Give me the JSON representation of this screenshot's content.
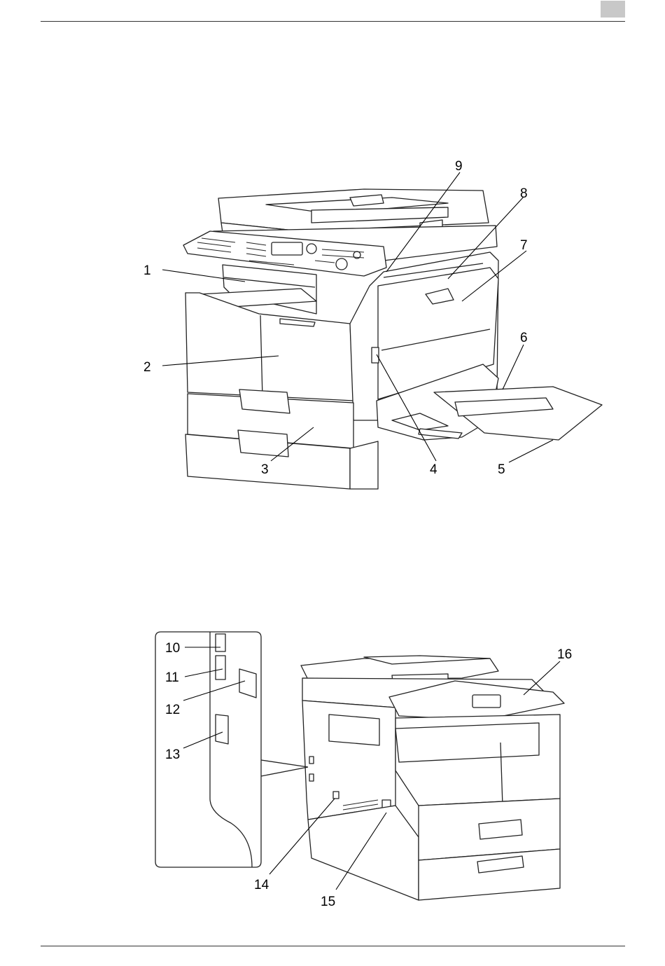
{
  "page": {
    "header_tab_color": "#c8c8c8",
    "line_color": "#333333"
  },
  "figure_front": {
    "description_icon": "printer-front-view",
    "callouts": [
      "1",
      "2",
      "3",
      "4",
      "5",
      "6",
      "7",
      "8",
      "9"
    ]
  },
  "figure_rear": {
    "description_icon": "printer-rear-view",
    "callouts": [
      "10",
      "11",
      "12",
      "13",
      "14",
      "15",
      "16"
    ]
  }
}
